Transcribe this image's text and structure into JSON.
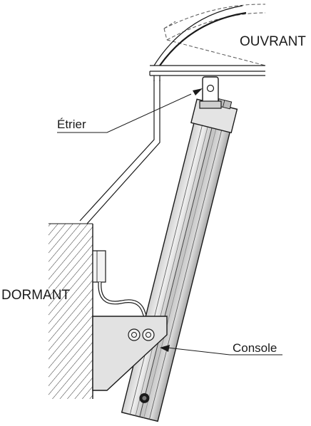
{
  "labels": {
    "ouvrant": "OUVRANT",
    "etrier": "Étrier",
    "dormant": "DORMANT",
    "console": "Console"
  },
  "colors": {
    "stroke": "#1a1a1a",
    "cylinder_light": "#e6e6e6",
    "cylinder_mid": "#c8c8c8",
    "cylinder_dark": "#a8a8a8",
    "bracket_fill": "#e2e2e2",
    "background": "#ffffff"
  },
  "icons": [
    "pivot-bolt-icon",
    "arrow-pointer-icon"
  ]
}
